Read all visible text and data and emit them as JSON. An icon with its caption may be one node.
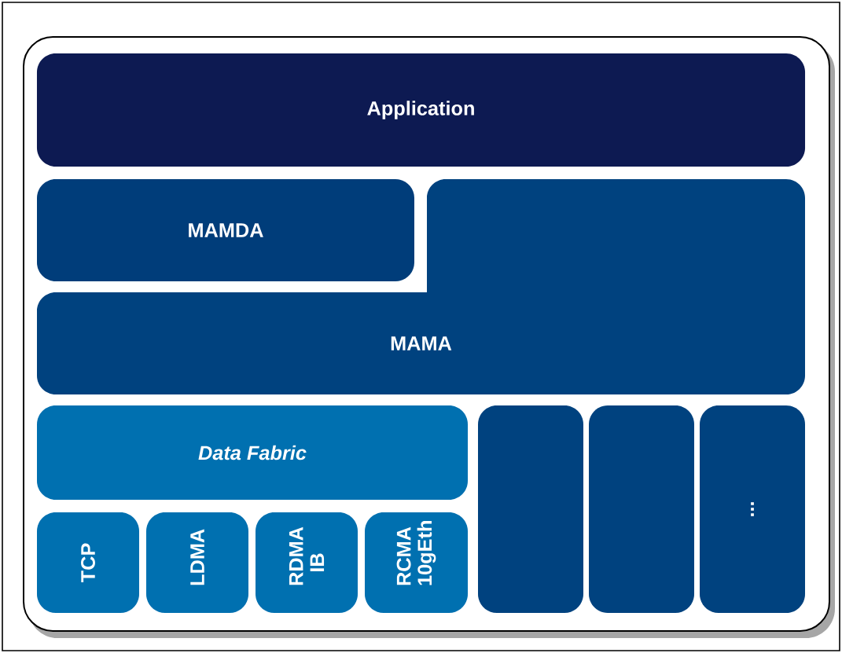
{
  "diagram": {
    "nodes": [
      {
        "text": [
          "Application"
        ]
      },
      {
        "text": [
          "MAMDA"
        ]
      },
      {
        "text": [
          "MAMA"
        ]
      },
      {
        "text": [
          "Data Fabric"
        ]
      },
      {
        "text": [
          "TCP"
        ]
      },
      {
        "text": [
          "LDMA"
        ]
      },
      {
        "text": [
          "RDMA IB"
        ]
      },
      {
        "text": [
          "RCMA 10gEth"
        ]
      },
      {
        "text": [],
        "shape": "box"
      },
      {
        "text": [],
        "shape": "box"
      },
      {
        "text": [
          "..."
        ]
      }
    ]
  }
}
